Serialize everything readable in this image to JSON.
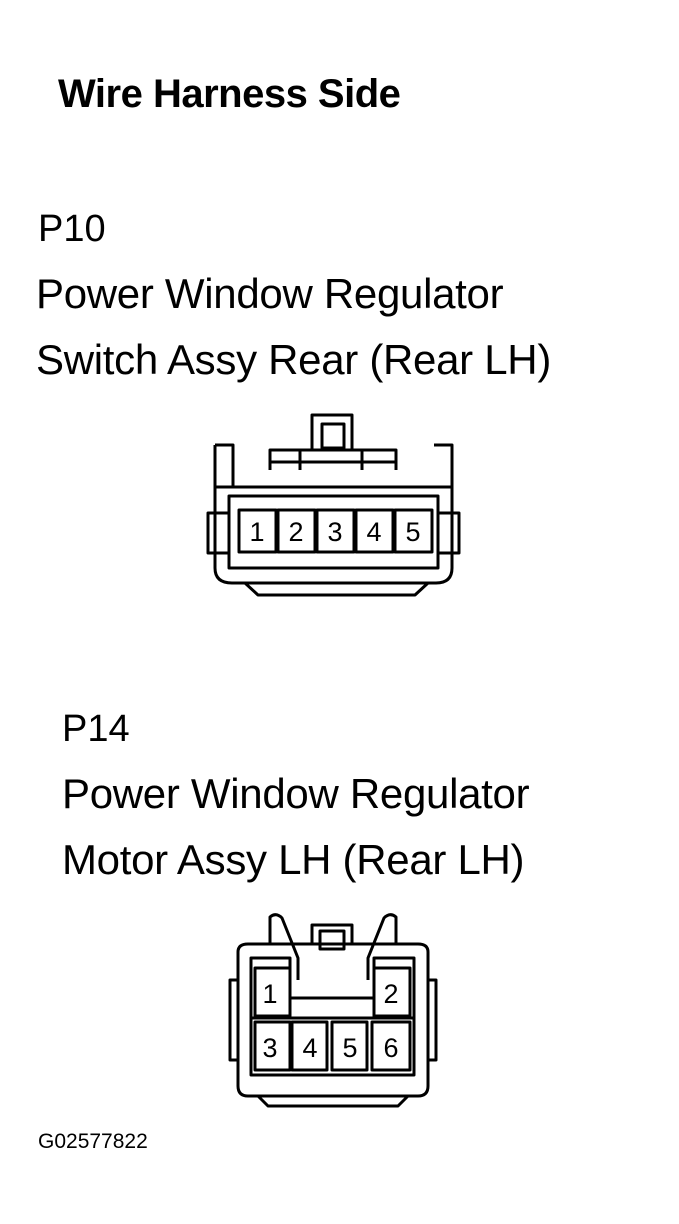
{
  "title": "Wire Harness Side",
  "connectors": [
    {
      "code": "P10",
      "name_line1": "Power Window Regulator",
      "name_line2": "Switch Assy Rear (Rear LH)",
      "pins": [
        "1",
        "2",
        "3",
        "4",
        "5"
      ]
    },
    {
      "code": "P14",
      "name_line1": "Power Window Regulator",
      "name_line2": "Motor Assy LH (Rear LH)",
      "pins": [
        "1",
        "2",
        "3",
        "4",
        "5",
        "6"
      ]
    }
  ],
  "figure_id": "G02577822"
}
